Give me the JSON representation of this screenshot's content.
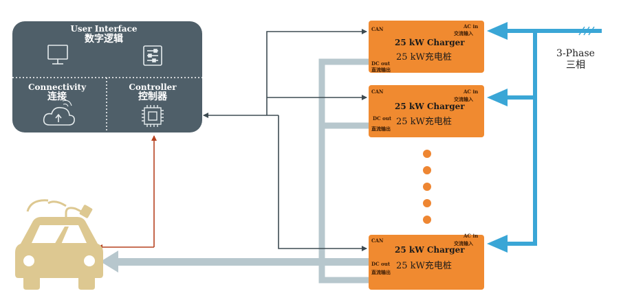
{
  "controller_box": {
    "user_interface_en": "User Interface",
    "user_interface_cn": "数字逻辑",
    "connectivity_en": "Connectivity",
    "connectivity_cn": "连接",
    "controller_en": "Controller",
    "controller_cn": "控制器"
  },
  "chargers": [
    {
      "can": "CAN",
      "ac_in": "AC in",
      "ac_in_cn": "交流输入",
      "title_en": "25 kW Charger",
      "title_cn": "25 kW充电桩",
      "dc_out": "DC out",
      "dc_out_cn": "直流输出"
    },
    {
      "can": "CAN",
      "ac_in": "AC in",
      "ac_in_cn": "交流输入",
      "title_en": "25 kW Charger",
      "title_cn": "25 kW充电桩",
      "dc_out": "DC out",
      "dc_out_cn": "直流输出"
    },
    {
      "can": "CAN",
      "ac_in": "AC in",
      "ac_in_cn": "交流输入",
      "title_en": "25 kW Charger",
      "title_cn": "25 kW充电桩",
      "dc_out": "DC out",
      "dc_out_cn": "直流输出"
    }
  ],
  "power_source": {
    "label_en": "3-Phase",
    "label_cn": "三相"
  },
  "colors": {
    "controller_fill": "#4f5f69",
    "charger_fill": "#f08a30",
    "ac_line": "#3aa6d6",
    "dc_line": "#b7c7cd",
    "can_line": "#3d4b52",
    "ev_line": "#b5401e",
    "ev_icon": "#ddc891",
    "dots": "#ee8632"
  },
  "icons": [
    "monitor-icon",
    "sliders-icon",
    "cloud-upload-icon",
    "chip-icon",
    "ev-car-icon",
    "plug-icon"
  ]
}
